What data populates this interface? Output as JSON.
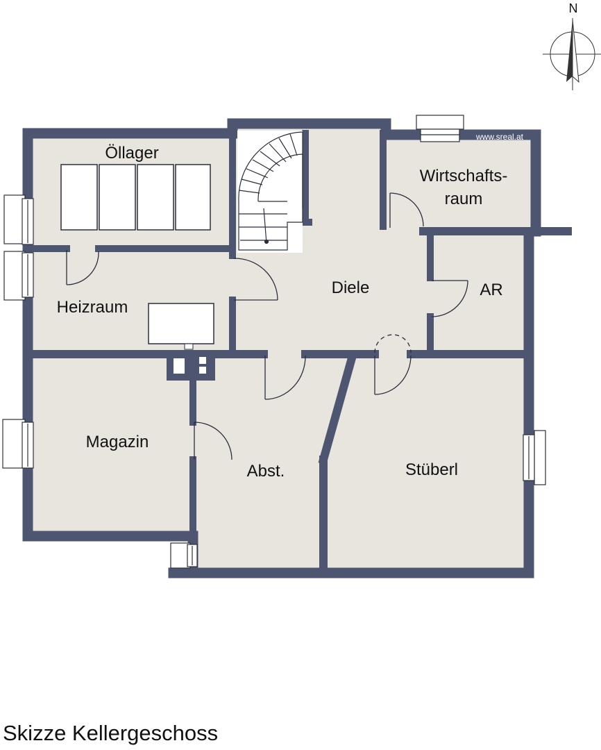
{
  "compass": {
    "north_label": "N",
    "icon": "north-arrow-icon"
  },
  "watermark": "www.sreal.at",
  "rooms": {
    "oellager": "Öllager",
    "wirtschaftsraum_line1": "Wirtschafts-",
    "wirtschaftsraum_line2": "raum",
    "heizraum": "Heizraum",
    "diele": "Diele",
    "ar": "AR",
    "magazin": "Magazin",
    "abst": "Abst.",
    "stueberl": "Stüberl"
  },
  "caption": "Skizze Kellergeschoss",
  "colors": {
    "wall": "#4d5570",
    "floor": "#e8e5df",
    "window_fill": "#ffffff",
    "line": "#2b2f3c"
  }
}
